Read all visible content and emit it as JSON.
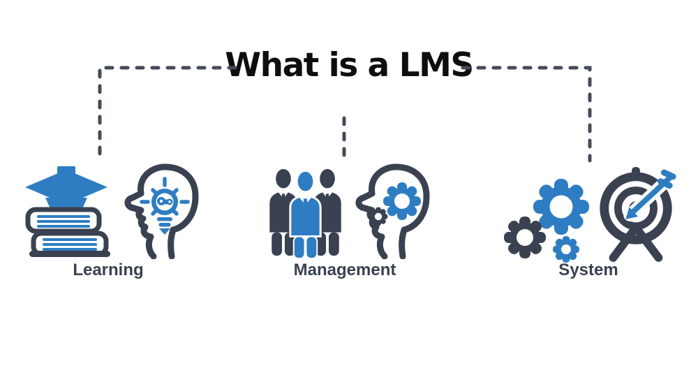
{
  "title": "What is a LMS",
  "sections": [
    {
      "label": "Learning",
      "icons": [
        "graduation-books-icon",
        "head-lightbulb-icon"
      ]
    },
    {
      "label": "Management",
      "icons": [
        "team-icon",
        "head-gears-icon"
      ]
    },
    {
      "label": "System",
      "icons": [
        "gears-icon",
        "target-arrow-icon"
      ]
    }
  ],
  "connectors": {
    "style": "dashed",
    "left": "from title down to Learning group",
    "middle": "from title down to Management group",
    "right": "from title down to System group"
  },
  "colors": {
    "accent_blue": "#2e7dc2",
    "dark_slate": "#3a4151",
    "connector": "#454b59",
    "title_text": "#0e0e11",
    "background": "#ffffff"
  }
}
